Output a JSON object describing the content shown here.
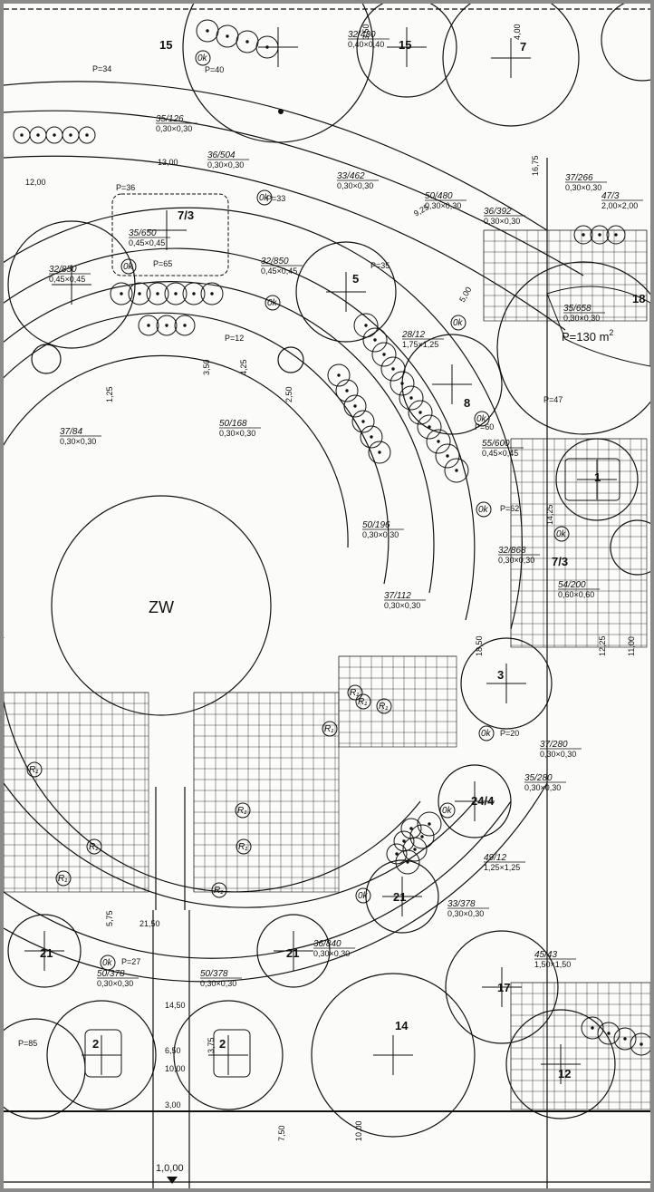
{
  "center_label": "ZW",
  "area_label": "P=130 m",
  "area_sup": "2",
  "tree_numbers": [
    "15",
    "15",
    "7",
    "5",
    "8",
    "1",
    "3",
    "17",
    "2",
    "2",
    "12",
    "18",
    "21",
    "21",
    "21",
    "24/4",
    "7/3",
    "7/3",
    "14"
  ],
  "markers": [
    "0k",
    "0k",
    "0k",
    "0k",
    "0k",
    "0k",
    "0k",
    "0k",
    "0k",
    "0k",
    "0k",
    "0k"
  ],
  "r_marks": [
    "R₁",
    "R₁",
    "R₁",
    "R₁",
    "R₁",
    "R₁",
    "R₁",
    "R₁",
    "R₁",
    "R₁"
  ],
  "specs": [
    {
      "num": "37/266",
      "size": "0,30×0,30"
    },
    {
      "num": "47/3",
      "size": "2,00×2,00"
    },
    {
      "num": "36/392",
      "size": "0,30×0,30"
    },
    {
      "num": "50/480",
      "size": "0,30×0,30"
    },
    {
      "num": "33/462",
      "size": "0,30×0,30"
    },
    {
      "num": "32/850",
      "size": "0,45×0,45"
    },
    {
      "num": "32/850",
      "size": "0,45×0,45"
    },
    {
      "num": "35/650",
      "size": "0,45×0,45"
    },
    {
      "num": "35/658",
      "size": "0,30×0,30"
    },
    {
      "num": "28/12",
      "size": "1,75×1,25"
    },
    {
      "num": "55/600",
      "size": "0,45×0,45"
    },
    {
      "num": "37/84",
      "size": "0,30×0,30"
    },
    {
      "num": "50/168",
      "size": "0,30×0,30"
    },
    {
      "num": "50/196",
      "size": "0,30×0,30"
    },
    {
      "num": "37/112",
      "size": "0,30×0,30"
    },
    {
      "num": "32/868",
      "size": "0,30×0,30"
    },
    {
      "num": "54/200",
      "size": "0,60×0,60"
    },
    {
      "num": "37/280",
      "size": "0,30×0,30"
    },
    {
      "num": "35/280",
      "size": "0,30×0,30"
    },
    {
      "num": "49/12",
      "size": "1,25×1,25"
    },
    {
      "num": "33/378",
      "size": "0,30×0,30"
    },
    {
      "num": "36/840",
      "size": "0,30×0,30"
    },
    {
      "num": "45/43",
      "size": "1,50×1,50"
    },
    {
      "num": "50/378",
      "size": "0,30×0,30"
    },
    {
      "num": "50/378",
      "size": "0,30×0,30"
    },
    {
      "num": "32/480",
      "size": "0,40×0,40"
    },
    {
      "num": "35/126",
      "size": "0,30×0,30"
    },
    {
      "num": "36/504",
      "size": "0,30×0,30"
    }
  ],
  "dimensions": [
    "3,50",
    "4,00",
    "16,75",
    "12,00",
    "13,00",
    "9,25",
    "5,00",
    "4,25",
    "3,50",
    "2,50",
    "1,25",
    "18,50",
    "14,25",
    "12,25",
    "11,00",
    "10,00",
    "6,50",
    "3,75",
    "3,00",
    "14,50",
    "21,50",
    "5,75",
    "7,50",
    "10,00",
    "P=85",
    "P=33",
    "P=36",
    "P=65",
    "P=35",
    "P=12",
    "P=60",
    "P=62",
    "P=20",
    "P=27",
    "P=47",
    "P=40",
    "P=34"
  ],
  "scale_label": "1,0,00"
}
